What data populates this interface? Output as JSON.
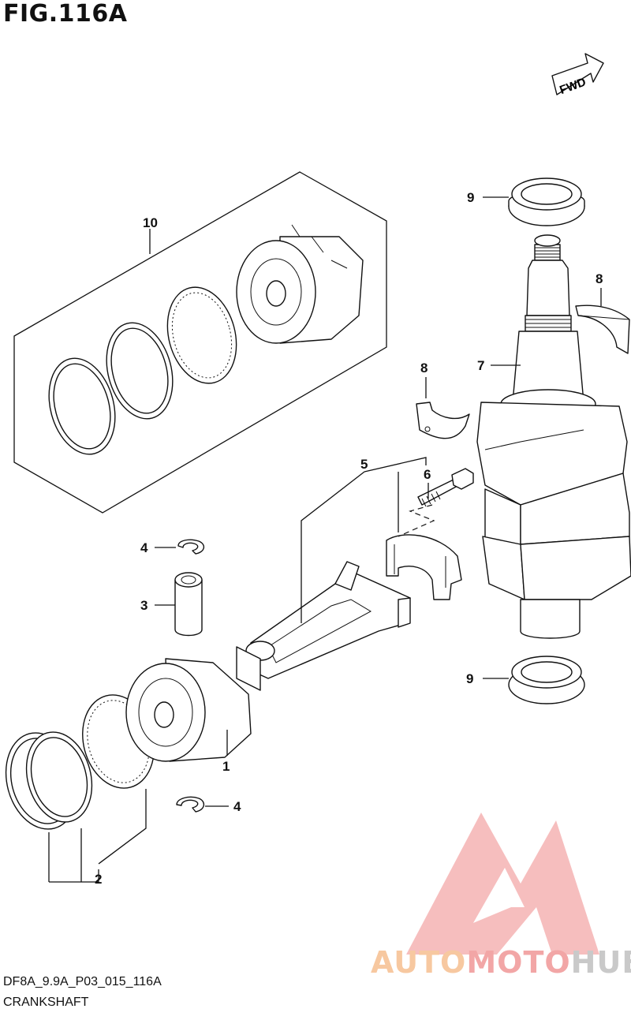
{
  "figure": {
    "number": "FIG.116A",
    "code": "DF8A_9.9A_P03_015_116A",
    "name": "CRANKSHAFT"
  },
  "direction": {
    "label": "FWD"
  },
  "callouts": [
    "1",
    "2",
    "3",
    "4",
    "4",
    "5",
    "6",
    "7",
    "8",
    "8",
    "9",
    "9",
    "10"
  ],
  "watermark": {
    "part1": "AUTO",
    "part2": "MOTO",
    "part3": "HUB",
    "colors": [
      "#f7c8a0",
      "#f2a6a6",
      "#c9c9c9"
    ]
  }
}
